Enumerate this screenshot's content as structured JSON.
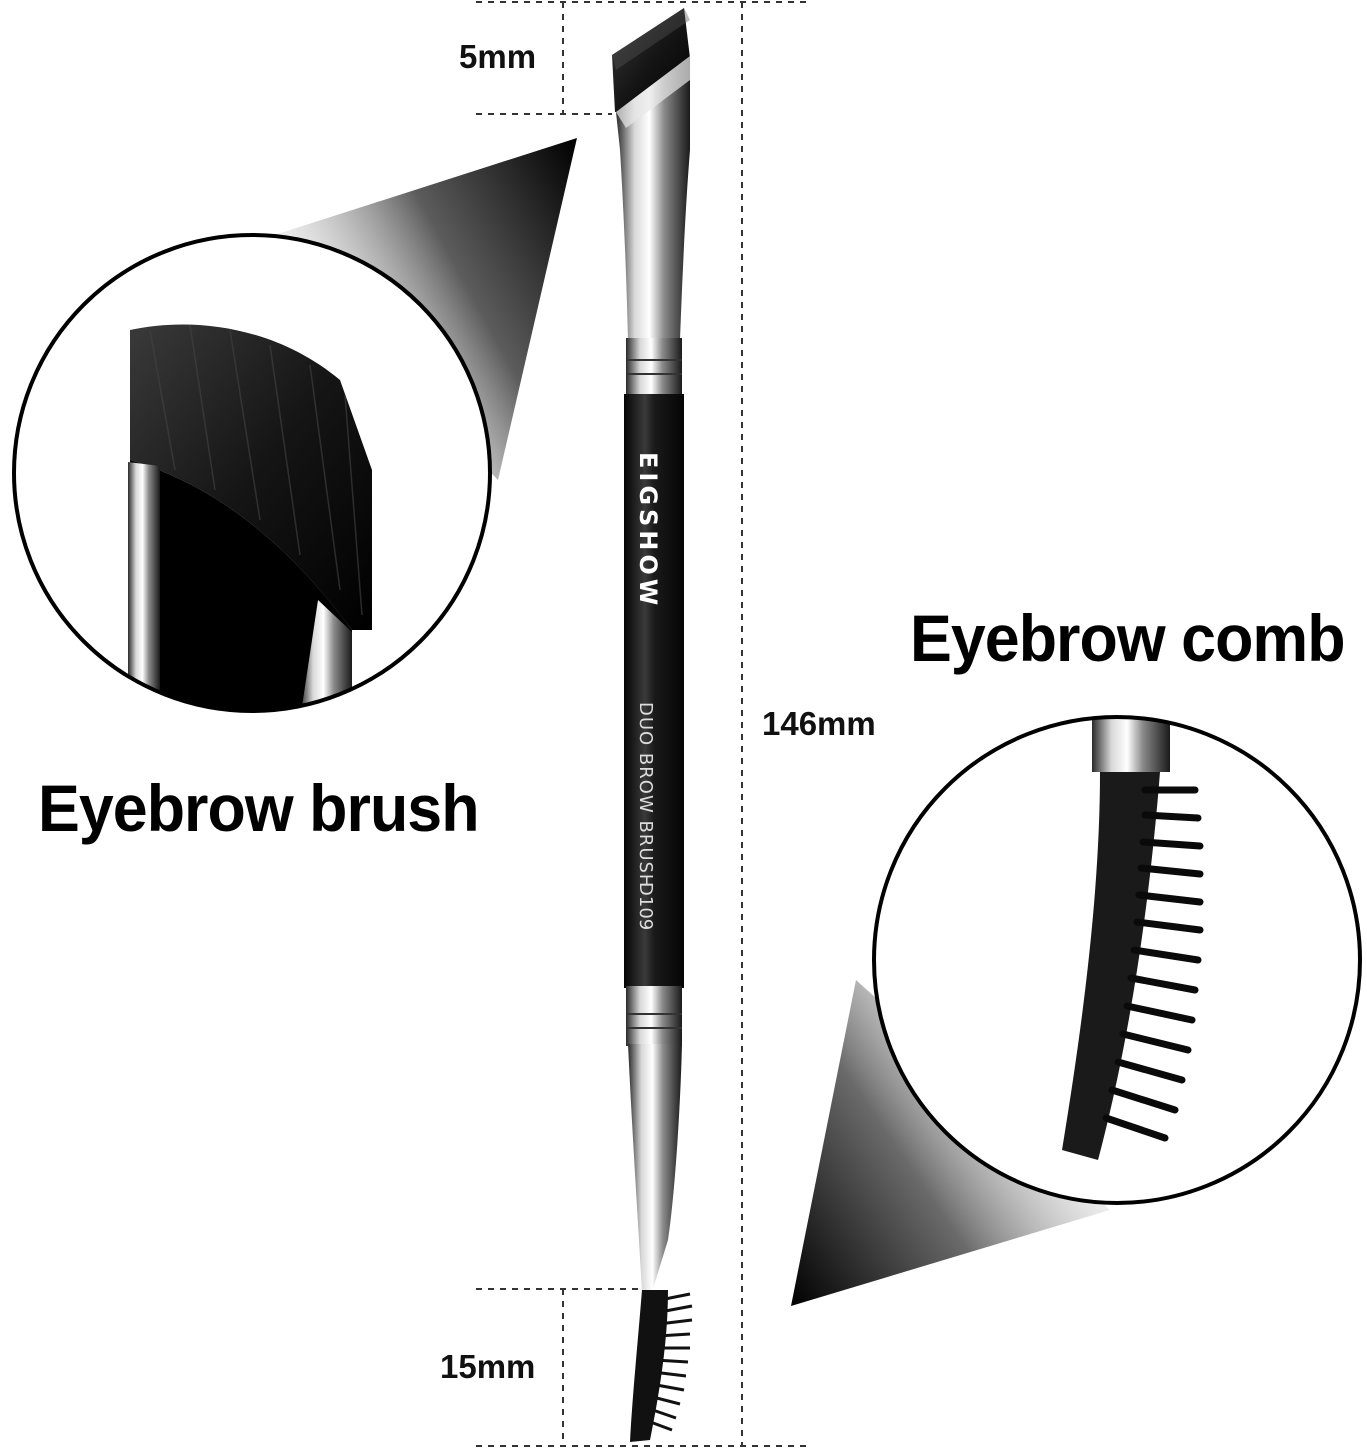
{
  "dimensions": {
    "tip_length": "5mm",
    "total_length": "146mm",
    "comb_length": "15mm"
  },
  "labels": {
    "brush_end": "Eyebrow brush",
    "comb_end": "Eyebrow comb"
  },
  "handle": {
    "brand": "EIGSHOW",
    "product": "DUO BROW BRUSH",
    "model": "D109"
  },
  "colors": {
    "background": "#ffffff",
    "bristles": "#101010",
    "handle": "#0c0c0c",
    "metal": "#9a9a9a",
    "text": "#000000"
  }
}
